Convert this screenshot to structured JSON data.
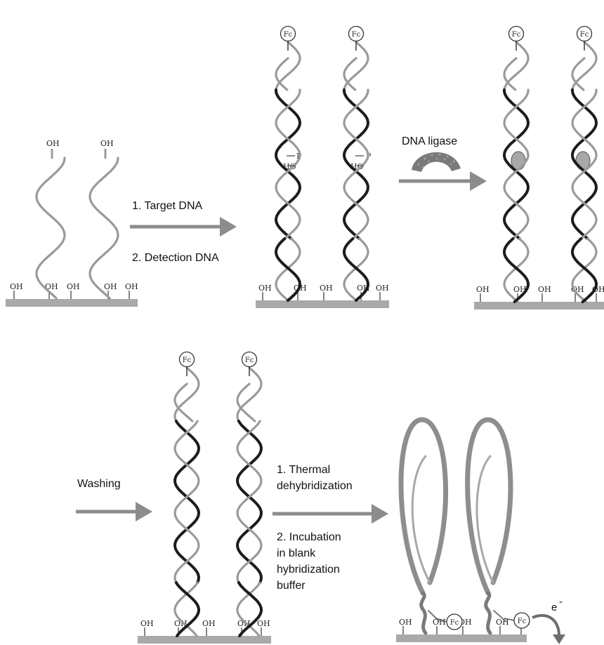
{
  "labels": {
    "oh": "OH",
    "phosphate": "P",
    "hydroxyl": "HO",
    "fc": "Fc",
    "step1_line1": "1. Target DNA",
    "step1_line2": "2. Detection DNA",
    "step2": "DNA ligase",
    "step3": "Washing",
    "step4_line1": "1. Thermal",
    "step4_line2": "dehybridization",
    "step4_line3": "2. Incubation",
    "step4_line4": "in blank",
    "step4_line5": "hybridization",
    "step4_line6": "buffer",
    "electron": "e",
    "electron_sup": "-"
  },
  "colors": {
    "surface": "#a9a9a9",
    "arrow": "#8c8c8c",
    "strand_light": "#9a9a9a",
    "strand_dark": "#1c1c1c",
    "ligase": "#7a7a7a",
    "ligase_dot": "#a8a8a8",
    "text": "#111111"
  },
  "icons": [
    "ferrocene-label-icon",
    "dna-ligase-icon",
    "electron-transfer-arrow-icon"
  ]
}
